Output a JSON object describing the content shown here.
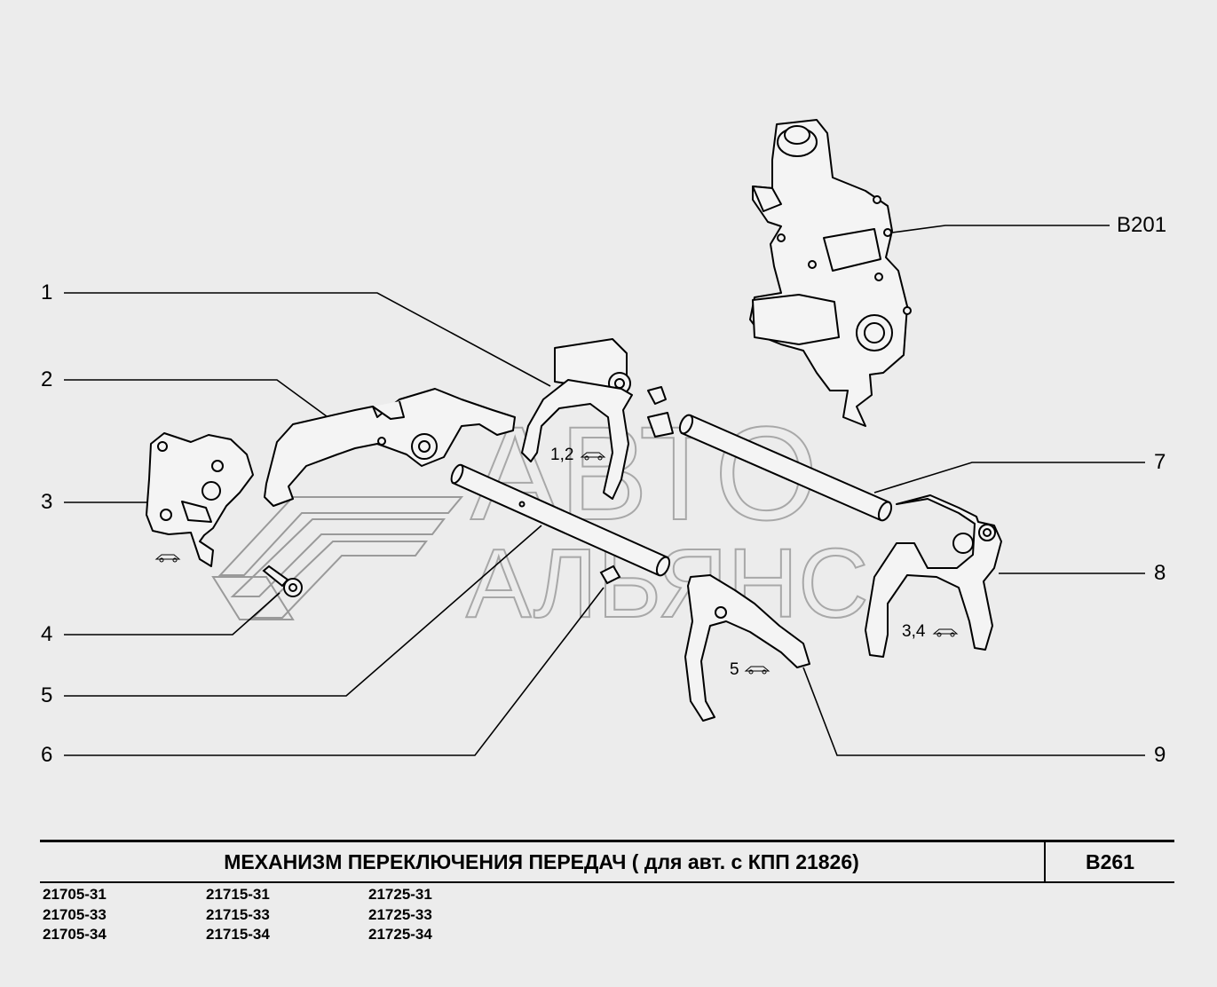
{
  "callouts": {
    "p1": "1",
    "p2": "2",
    "p3": "3",
    "p4": "4",
    "p5": "5",
    "p6": "6",
    "p7": "7",
    "p8": "8",
    "p9": "9",
    "assembly": "B201"
  },
  "inline_labels": {
    "fork_12": "1,2",
    "fork_34": "3,4",
    "fork_5": "5"
  },
  "watermark": {
    "line1": "АВТО",
    "line2": "АЛЬЯНС"
  },
  "title": {
    "text": "МЕХАНИЗМ  ПЕРЕКЛЮЧЕНИЯ  ПЕРЕДАЧ  ( для авт. с КПП 21826)",
    "code": "B261"
  },
  "models": {
    "col1": [
      "21705-31",
      "21705-33",
      "21705-34"
    ],
    "col2": [
      "21715-31",
      "21715-33",
      "21715-34"
    ],
    "col3": [
      "21725-31",
      "21725-33",
      "21725-34"
    ]
  },
  "colors": {
    "background": "#ececec",
    "line": "#000000",
    "watermark": "#9a9a9a"
  }
}
